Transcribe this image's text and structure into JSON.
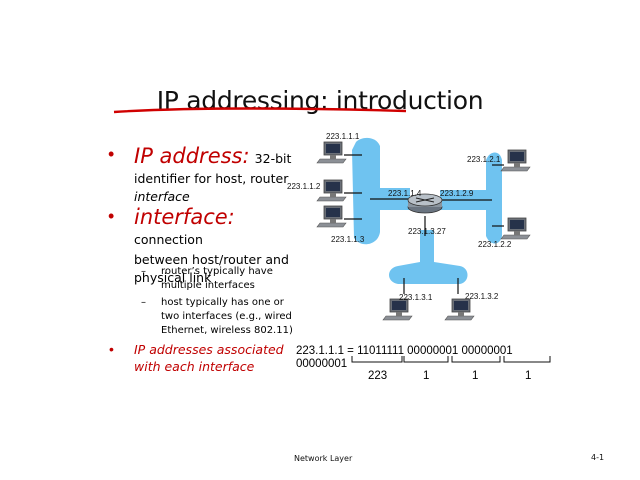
{
  "slide": {
    "title": "IP addressing: introduction",
    "accent_color": "#c00000",
    "network_color": "#6fc3f0"
  },
  "bullets": {
    "b1_term": "IP address:",
    "b1_text_a": "32-bit",
    "b1_text_b": "identifier for host, router",
    "b1_text_c": "interface",
    "b2_term": "interface:",
    "b2_text_a": "connection",
    "b2_text_b": "between host/router and",
    "b2_text_c": "physical link",
    "s1_a": "router’s typically have",
    "s1_b": "multiple interfaces",
    "s2_a": "host typically has one or",
    "s2_b": "two interfaces (e.g., wired",
    "s2_c": "Ethernet, wireless 802.11)",
    "b3_a": "IP addresses associated",
    "b3_b": "with each interface"
  },
  "diagram": {
    "labels": {
      "a111": "223.1.1.1",
      "a112": "223.1.1.2",
      "a113": "223.1.1.3",
      "a114": "223.1.1.4",
      "a121": "223.1.2.1",
      "a122": "223.1.2.2",
      "a129": "223.1.2.9",
      "a131": "223.1.3.1",
      "a132": "223.1.3.2",
      "a1327": "223.1.3.27"
    },
    "binary": {
      "line1": "223.1.1.1 = 11011111 00000001 00000001",
      "line2": "00000001",
      "d1": "223",
      "d2": "1",
      "d3": "1",
      "d4": "1"
    }
  },
  "footer": {
    "center": "Network Layer",
    "page": "4-1"
  }
}
